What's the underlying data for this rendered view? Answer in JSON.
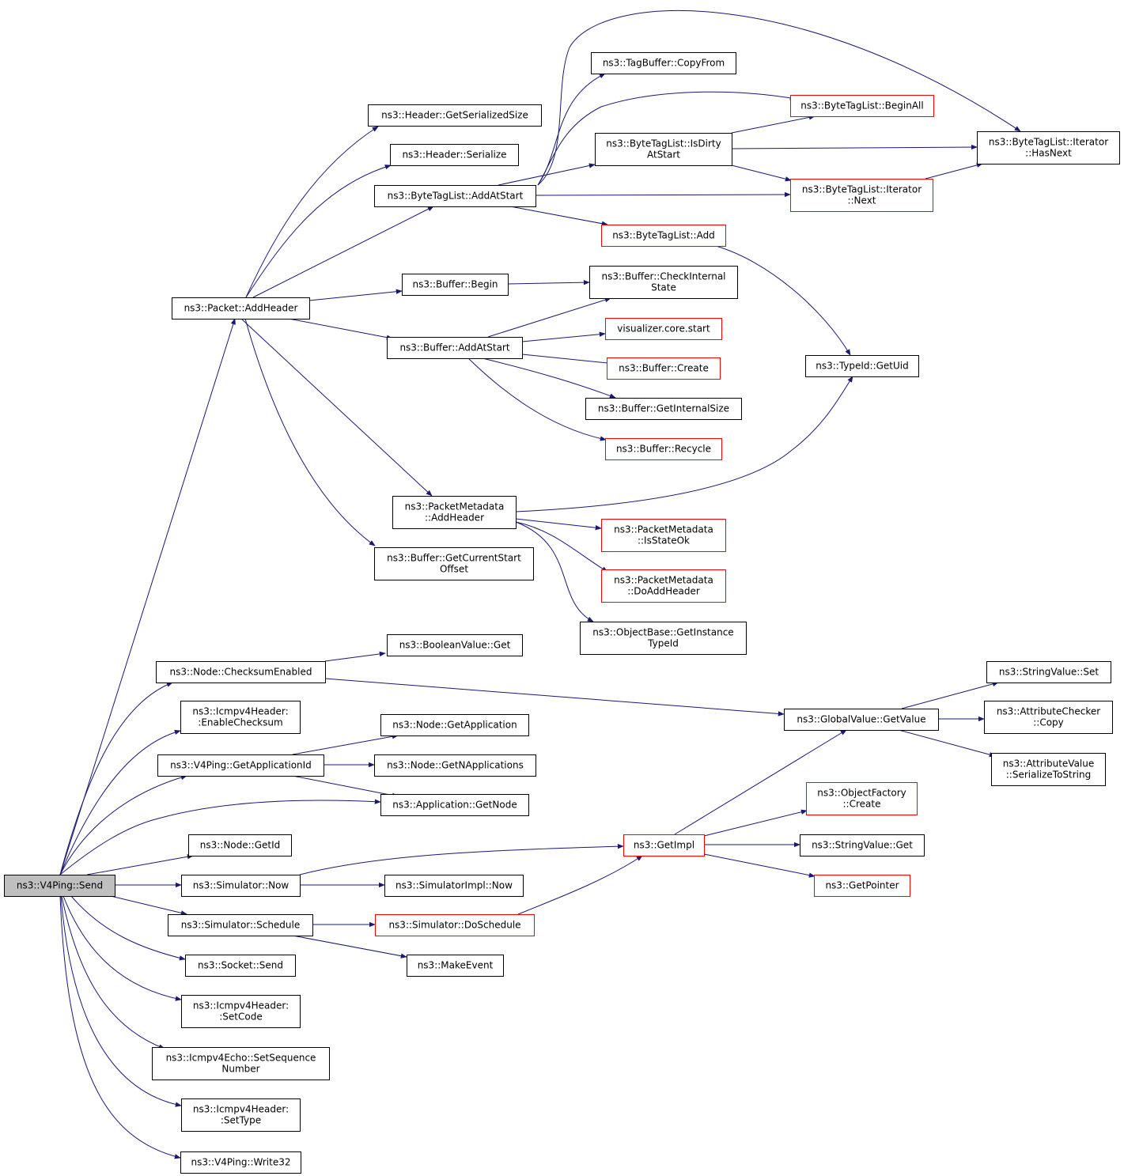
{
  "diagram": {
    "type": "call-graph",
    "colors": {
      "edge": "#191970",
      "box_border": "#000000",
      "box_border_truncated": "#ff0000",
      "box_fill": "#ffffff",
      "root_fill": "#bfbfbf"
    },
    "nodes": [
      {
        "id": "send",
        "lines": [
          "ns3::V4Ping::Send"
        ],
        "root": true
      },
      {
        "id": "addheader",
        "lines": [
          "ns3::Packet::AddHeader"
        ]
      },
      {
        "id": "getsersize",
        "lines": [
          "ns3::Header::GetSerializedSize"
        ]
      },
      {
        "id": "serialize",
        "lines": [
          "ns3::Header::Serialize"
        ]
      },
      {
        "id": "btl_addatstart",
        "lines": [
          "ns3::ByteTagList::AddAtStart"
        ]
      },
      {
        "id": "tagbuf_copy",
        "lines": [
          "ns3::TagBuffer::CopyFrom"
        ]
      },
      {
        "id": "btl_beginall",
        "lines": [
          "ns3::ByteTagList::BeginAll"
        ],
        "truncated": true
      },
      {
        "id": "btl_isdirty",
        "lines": [
          "ns3::ByteTagList::IsDirty",
          "AtStart"
        ]
      },
      {
        "id": "btl_it_hasnext",
        "lines": [
          "ns3::ByteTagList::Iterator",
          "::HasNext"
        ]
      },
      {
        "id": "btl_it_next",
        "lines": [
          "ns3::ByteTagList::Iterator",
          "::Next"
        ],
        "truncated": true
      },
      {
        "id": "btl_add",
        "lines": [
          "ns3::ByteTagList::Add"
        ],
        "truncated": true
      },
      {
        "id": "buf_begin",
        "lines": [
          "ns3::Buffer::Begin"
        ]
      },
      {
        "id": "buf_checkstate",
        "lines": [
          "ns3::Buffer::CheckInternal",
          "State"
        ]
      },
      {
        "id": "buf_addatstart",
        "lines": [
          "ns3::Buffer::AddAtStart"
        ]
      },
      {
        "id": "vis_start",
        "lines": [
          "visualizer.core.start"
        ],
        "truncated": true
      },
      {
        "id": "buf_create",
        "lines": [
          "ns3::Buffer::Create"
        ],
        "truncated": true
      },
      {
        "id": "buf_getintsize",
        "lines": [
          "ns3::Buffer::GetInternalSize"
        ]
      },
      {
        "id": "buf_recycle",
        "lines": [
          "ns3::Buffer::Recycle"
        ],
        "truncated": true
      },
      {
        "id": "typeid_getuid",
        "lines": [
          "ns3::TypeId::GetUid"
        ]
      },
      {
        "id": "pm_addheader",
        "lines": [
          "ns3::PacketMetadata",
          "::AddHeader"
        ]
      },
      {
        "id": "pm_isstateok",
        "lines": [
          "ns3::PacketMetadata",
          "::IsStateOk"
        ],
        "truncated": true
      },
      {
        "id": "pm_doaddheader",
        "lines": [
          "ns3::PacketMetadata",
          "::DoAddHeader"
        ],
        "truncated": true
      },
      {
        "id": "buf_getcurstart",
        "lines": [
          "ns3::Buffer::GetCurrentStart",
          "Offset"
        ]
      },
      {
        "id": "ob_getinsttypeid",
        "lines": [
          "ns3::ObjectBase::GetInstance",
          "TypeId"
        ]
      },
      {
        "id": "bool_get",
        "lines": [
          "ns3::BooleanValue::Get"
        ]
      },
      {
        "id": "node_checksum",
        "lines": [
          "ns3::Node::ChecksumEnabled"
        ]
      },
      {
        "id": "strval_set",
        "lines": [
          "ns3::StringValue::Set"
        ]
      },
      {
        "id": "icmp_enablecs",
        "lines": [
          "ns3::Icmpv4Header:",
          ":EnableChecksum"
        ]
      },
      {
        "id": "gv_getvalue",
        "lines": [
          "ns3::GlobalValue::GetValue"
        ]
      },
      {
        "id": "attrchk_copy",
        "lines": [
          "ns3::AttributeChecker",
          "::Copy"
        ]
      },
      {
        "id": "node_getapp",
        "lines": [
          "ns3::Node::GetApplication"
        ]
      },
      {
        "id": "v4_getappid",
        "lines": [
          "ns3::V4Ping::GetApplicationId"
        ]
      },
      {
        "id": "node_getnapps",
        "lines": [
          "ns3::Node::GetNApplications"
        ]
      },
      {
        "id": "attrval_ser",
        "lines": [
          "ns3::AttributeValue",
          "::SerializeToString"
        ]
      },
      {
        "id": "objfac_create",
        "lines": [
          "ns3::ObjectFactory",
          "::Create"
        ],
        "truncated": true
      },
      {
        "id": "app_getnode",
        "lines": [
          "ns3::Application::GetNode"
        ]
      },
      {
        "id": "node_getid",
        "lines": [
          "ns3::Node::GetId"
        ]
      },
      {
        "id": "getimpl",
        "lines": [
          "ns3::GetImpl"
        ],
        "truncated": true
      },
      {
        "id": "strval_get",
        "lines": [
          "ns3::StringValue::Get"
        ]
      },
      {
        "id": "sim_now",
        "lines": [
          "ns3::Simulator::Now"
        ]
      },
      {
        "id": "simimpl_now",
        "lines": [
          "ns3::SimulatorImpl::Now"
        ]
      },
      {
        "id": "getpointer",
        "lines": [
          "ns3::GetPointer"
        ],
        "truncated": true
      },
      {
        "id": "sim_schedule",
        "lines": [
          "ns3::Simulator::Schedule"
        ]
      },
      {
        "id": "sim_doschedule",
        "lines": [
          "ns3::Simulator::DoSchedule"
        ],
        "truncated": true
      },
      {
        "id": "socket_send",
        "lines": [
          "ns3::Socket::Send"
        ]
      },
      {
        "id": "makeevent",
        "lines": [
          "ns3::MakeEvent"
        ]
      },
      {
        "id": "icmp_setcode",
        "lines": [
          "ns3::Icmpv4Header:",
          ":SetCode"
        ]
      },
      {
        "id": "echo_setseq",
        "lines": [
          "ns3::Icmpv4Echo::SetSequence",
          "Number"
        ]
      },
      {
        "id": "icmp_settype",
        "lines": [
          "ns3::Icmpv4Header:",
          ":SetType"
        ]
      },
      {
        "id": "v4_write32",
        "lines": [
          "ns3::V4Ping::Write32"
        ]
      }
    ]
  }
}
